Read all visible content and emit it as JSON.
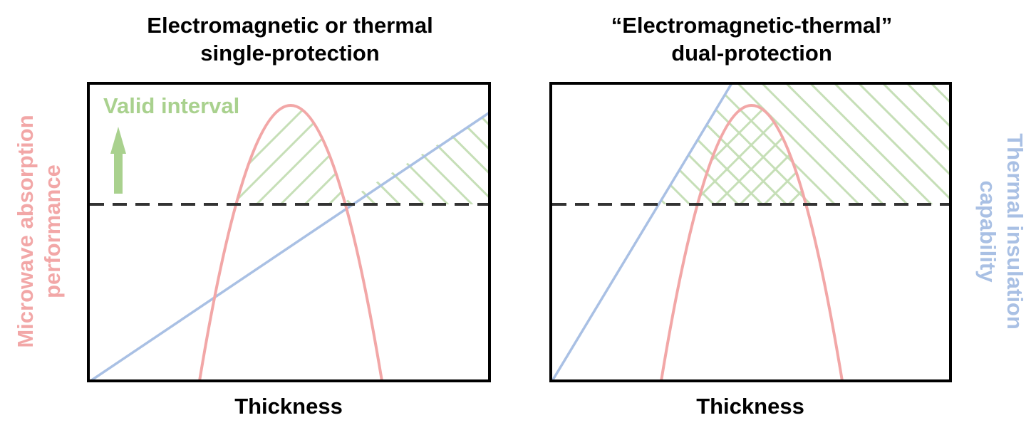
{
  "colors": {
    "absorption": "#f2a7a7",
    "insulation": "#a9c0e4",
    "valid": "#a9d18e",
    "hatch": "#c6dfb7",
    "threshold": "#333333"
  },
  "left_panel": {
    "title_line1": "Electromagnetic or thermal",
    "title_line2": "single-protection",
    "xlabel": "Thickness",
    "annotation": "Valid interval"
  },
  "right_panel": {
    "title_line1": "“Electromagnetic-thermal”",
    "title_line2": "dual-protection",
    "xlabel": "Thickness"
  },
  "axes": {
    "left_ylabel_line1": "Microwave absorption",
    "left_ylabel_line2": "performance",
    "right_ylabel_line1": "Thermal insulation",
    "right_ylabel_line2": "capability"
  }
}
